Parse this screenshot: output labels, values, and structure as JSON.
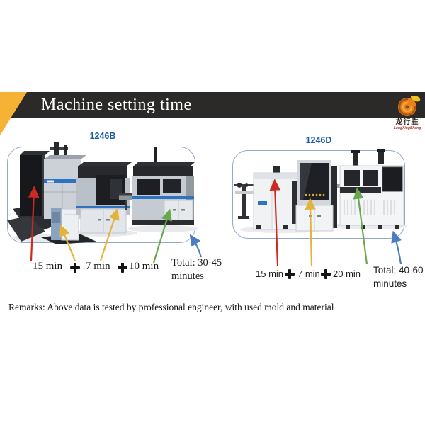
{
  "slide": {
    "title": "Machine setting time",
    "remarks": "Remarks: Above data is tested by professional engineer, with used mold and material"
  },
  "logo": {
    "chinese": "龙行胜",
    "romanized": "LongXingSheng"
  },
  "machines": {
    "b": {
      "label": "1246B",
      "steps": [
        "15 min",
        "7 min",
        "10 min"
      ],
      "total_line1": "Total: 30-45",
      "total_line2": "minutes"
    },
    "d": {
      "label": "1246D",
      "steps": [
        "15 min",
        "7 min",
        "20 min"
      ],
      "total_line1": "Total: 40-60",
      "total_line2": "minutes"
    }
  },
  "colors": {
    "header_bar": "#2b2a28",
    "accent_yellow": "#f6b234",
    "label_blue": "#1a5ba6",
    "box_border": "#93a9c6",
    "arrow_red": "#cc2a20",
    "arrow_yellow": "#e3b33c",
    "arrow_green": "#6aa84f",
    "arrow_blue": "#4a7ec0"
  }
}
